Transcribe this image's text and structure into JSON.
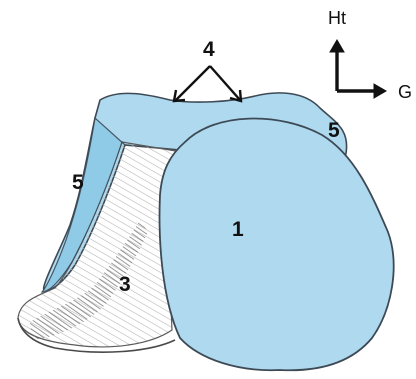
{
  "labels": {
    "region_1": "1",
    "region_3": "3",
    "region_4": "4",
    "region_5_left": "5",
    "region_5_right": "5"
  },
  "orientation": {
    "vertical_label": "Ht",
    "horizontal_label": "G"
  },
  "colors": {
    "blue_fill": "#aed9ef",
    "blue_dark": "#8cc9e6",
    "outline": "#3d4a55",
    "pencil_grey": "#9a9a9a",
    "pencil_dark": "#555555",
    "ink": "#111111"
  }
}
